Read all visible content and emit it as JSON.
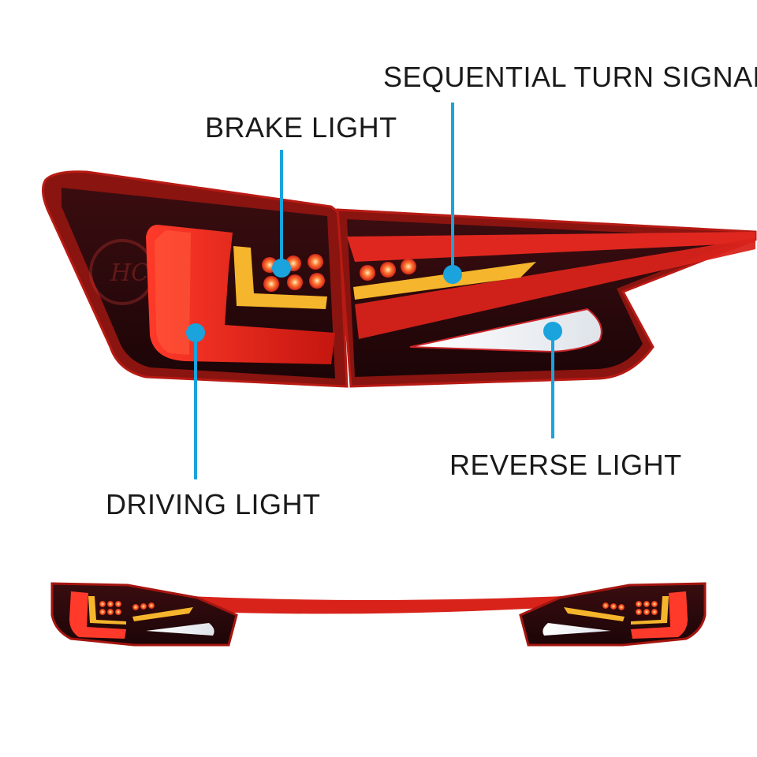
{
  "labels": {
    "sequential_turn_signal": "SEQUENTIAL TURN  SIGNAL",
    "brake_light": "BRAKE  LIGHT",
    "reverse_light": "REVERSE LIGHT",
    "driving_light": "DRIVING  LIGHT"
  },
  "colors": {
    "callout": "#1aa3dc",
    "lamp_red": "#e0271f",
    "amber": "#f5b52c",
    "housing": "#2a0a0c"
  },
  "watermark": "HC"
}
